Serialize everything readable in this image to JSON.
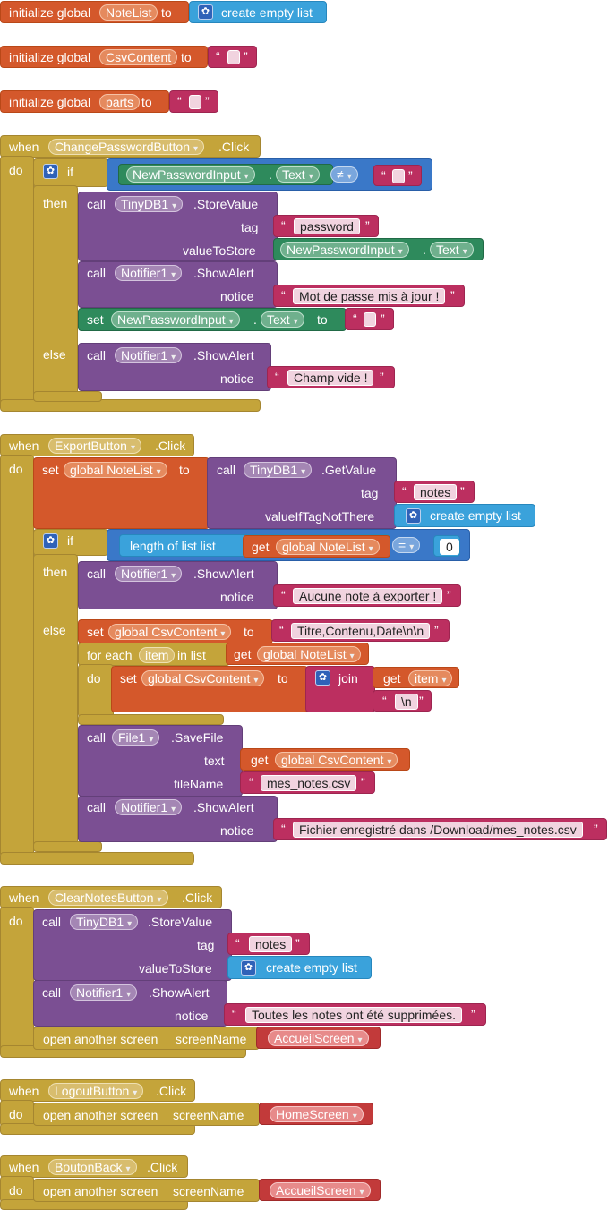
{
  "globals": [
    {
      "prefix": "initialize global",
      "name": "NoteList",
      "to": "to",
      "value": "create empty list"
    },
    {
      "prefix": "initialize global",
      "name": "CsvContent",
      "to": "to",
      "value": ""
    },
    {
      "prefix": "initialize global",
      "name": "parts",
      "to": "to",
      "value": ""
    }
  ],
  "kw": {
    "when": "when",
    "do": "do",
    "if": "if",
    "then": "then",
    "else": "else",
    "call": "call",
    "set": "set",
    "to": "to",
    "get": "get",
    "dot": ".",
    "lq": "“",
    "rq": "”",
    "dd": "▾",
    "foreach": "for each",
    "inlist": "in list",
    "join": "join",
    "open_screen": "open another screen",
    "screen_name": "screenName",
    "neq": "≠",
    "eq": "=",
    "length_of_list": "length of list  list",
    "create_empty": "create empty list"
  },
  "event1": {
    "component": "ChangePasswordButton",
    "event": ".Click",
    "cond_comp": "NewPasswordInput",
    "cond_prop": "Text",
    "call1_comp": "TinyDB1",
    "call1_method": ".StoreValue",
    "tag_label": "tag",
    "tag_value": "password",
    "vts_label": "valueToStore",
    "vts_comp": "NewPasswordInput",
    "vts_prop": "Text",
    "call2_comp": "Notifier1",
    "call2_method": ".ShowAlert",
    "notice_label": "notice",
    "notice_value": "Mot de passe mis à jour !",
    "set_comp": "NewPasswordInput",
    "set_prop": "Text",
    "else_comp": "Notifier1",
    "else_method": ".ShowAlert",
    "else_notice": "Champ vide !"
  },
  "event2": {
    "component": "ExportButton",
    "event": ".Click",
    "set_var": "global NoteList",
    "call_comp": "TinyDB1",
    "call_method": ".GetValue",
    "tag_label": "tag",
    "tag_value": "notes",
    "vitnt_label": "valueIfTagNotThere",
    "len_var": "global NoteList",
    "zero": "0",
    "then_comp": "Notifier1",
    "then_method": ".ShowAlert",
    "then_notice": "Aucune note à exporter !",
    "else_set_var": "global CsvContent",
    "csv_header": "Titre,Contenu,Date\\n\\n",
    "item": "item",
    "foreach_list": "global NoteList",
    "loop_set_var": "global CsvContent",
    "newline": "\\n",
    "file_comp": "File1",
    "file_method": ".SaveFile",
    "text_label": "text",
    "text_var": "global CsvContent",
    "filename_label": "fileName",
    "filename_value": "mes_notes.csv",
    "alert_comp": "Notifier1",
    "alert_method": ".ShowAlert",
    "alert_notice": "Fichier enregistré dans /Download/mes_notes.csv"
  },
  "event3": {
    "component": "ClearNotesButton",
    "event": ".Click",
    "call_comp": "TinyDB1",
    "call_method": ".StoreValue",
    "tag_label": "tag",
    "tag_value": "notes",
    "vts_label": "valueToStore",
    "alert_comp": "Notifier1",
    "alert_method": ".ShowAlert",
    "notice_label": "notice",
    "notice_value": "Toutes les notes ont été supprimées.",
    "screen": "AccueilScreen"
  },
  "event4": {
    "component": "LogoutButton",
    "event": ".Click",
    "screen": "HomeScreen"
  },
  "event5": {
    "component": "BoutonBack",
    "event": ".Click",
    "screen": "AccueilScreen"
  }
}
